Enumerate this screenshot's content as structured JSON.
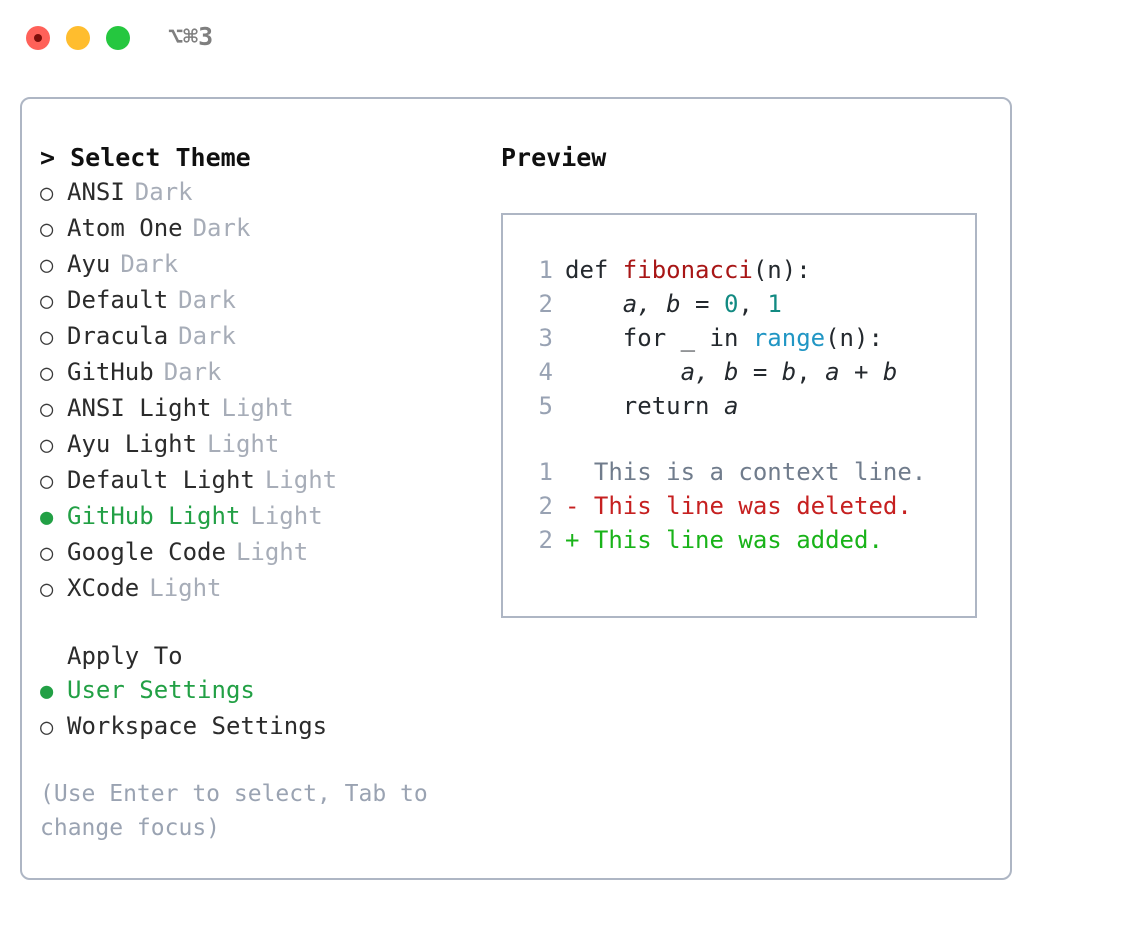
{
  "titlebar": {
    "shortcut": "⌥⌘3",
    "traffic_lights": [
      {
        "name": "close",
        "color": "#ff6159"
      },
      {
        "name": "minimize",
        "color": "#ffbd2e"
      },
      {
        "name": "maximize",
        "color": "#25c73f"
      }
    ]
  },
  "theme_list": {
    "header": "> Select Theme",
    "items": [
      {
        "bullet": "○",
        "label": "ANSI",
        "suffix": "Dark",
        "selected": false
      },
      {
        "bullet": "○",
        "label": "Atom One",
        "suffix": "Dark",
        "selected": false
      },
      {
        "bullet": "○",
        "label": "Ayu",
        "suffix": "Dark",
        "selected": false
      },
      {
        "bullet": "○",
        "label": "Default",
        "suffix": "Dark",
        "selected": false
      },
      {
        "bullet": "○",
        "label": "Dracula",
        "suffix": "Dark",
        "selected": false
      },
      {
        "bullet": "○",
        "label": "GitHub",
        "suffix": "Dark",
        "selected": false
      },
      {
        "bullet": "○",
        "label": "ANSI Light",
        "suffix": "Light",
        "selected": false
      },
      {
        "bullet": "○",
        "label": "Ayu Light",
        "suffix": "Light",
        "selected": false
      },
      {
        "bullet": "○",
        "label": "Default Light",
        "suffix": "Light",
        "selected": false
      },
      {
        "bullet": "●",
        "label": "GitHub Light",
        "suffix": "Light",
        "selected": true
      },
      {
        "bullet": "○",
        "label": "Google Code",
        "suffix": "Light",
        "selected": false
      },
      {
        "bullet": "○",
        "label": "XCode",
        "suffix": "Light",
        "selected": false
      }
    ]
  },
  "apply_to": {
    "header": "Apply To",
    "items": [
      {
        "bullet": "●",
        "label": "User Settings",
        "selected": true
      },
      {
        "bullet": "○",
        "label": "Workspace Settings",
        "selected": false
      }
    ]
  },
  "hint": "(Use Enter to select, Tab to change focus)",
  "preview": {
    "header": "Preview",
    "code_lines": [
      {
        "num": "1",
        "tokens": [
          {
            "t": "def ",
            "c": "plain"
          },
          {
            "t": "fibonacci",
            "c": "fn"
          },
          {
            "t": "(n):",
            "c": "plain"
          }
        ]
      },
      {
        "num": "2",
        "tokens": [
          {
            "t": "    ",
            "c": "plain"
          },
          {
            "t": "a, b",
            "c": "id"
          },
          {
            "t": " = ",
            "c": "plain"
          },
          {
            "t": "0",
            "c": "num"
          },
          {
            "t": ", ",
            "c": "plain"
          },
          {
            "t": "1",
            "c": "num"
          }
        ]
      },
      {
        "num": "3",
        "tokens": [
          {
            "t": "    for _ in ",
            "c": "plain"
          },
          {
            "t": "range",
            "c": "call"
          },
          {
            "t": "(n):",
            "c": "plain"
          }
        ]
      },
      {
        "num": "4",
        "tokens": [
          {
            "t": "        ",
            "c": "plain"
          },
          {
            "t": "a, b",
            "c": "id"
          },
          {
            "t": " = ",
            "c": "plain"
          },
          {
            "t": "b",
            "c": "id"
          },
          {
            "t": ", ",
            "c": "plain"
          },
          {
            "t": "a",
            "c": "id"
          },
          {
            "t": " + ",
            "c": "plain"
          },
          {
            "t": "b",
            "c": "id"
          }
        ]
      },
      {
        "num": "5",
        "tokens": [
          {
            "t": "    return ",
            "c": "plain"
          },
          {
            "t": "a",
            "c": "id"
          }
        ]
      }
    ],
    "diff_lines": [
      {
        "num": "1",
        "marker": "  ",
        "text": "This is a context line.",
        "kind": "ctx"
      },
      {
        "num": "2",
        "marker": "- ",
        "text": "This line was deleted.",
        "kind": "del"
      },
      {
        "num": "2",
        "marker": "+ ",
        "text": "This line was added.",
        "kind": "add"
      }
    ]
  },
  "colors": {
    "accent_green": "#22a045",
    "diff_add": "#19b319",
    "diff_del": "#c62020",
    "muted": "#a7adb8",
    "border": "#aeb6c4",
    "fn": "#a81616",
    "num": "#128a82",
    "call": "#2196c4"
  }
}
